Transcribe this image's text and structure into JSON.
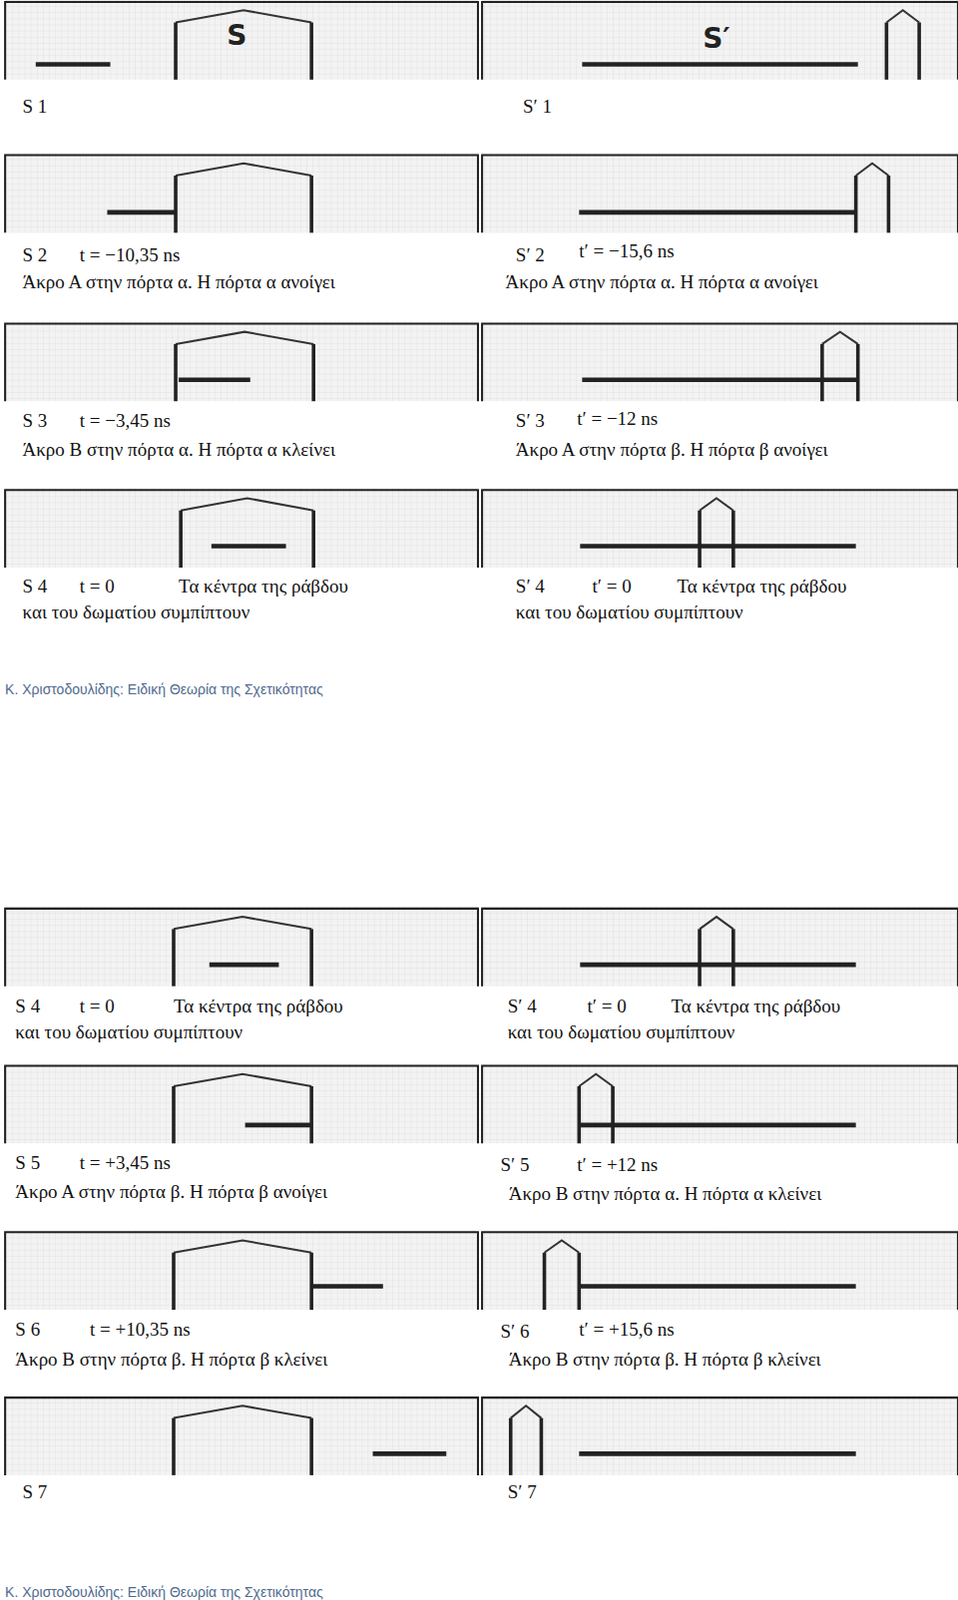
{
  "diagram": {
    "labels": [
      "S",
      "S′",
      "S 1",
      "S′ 1",
      "S 2",
      "t = −10,35 ns",
      "Άκρο Α στην πόρτα α. Η πόρτα α ανοίγει",
      "S′ 2",
      "t′ = −15,6 ns",
      "Άκρο Α στην πόρτα α. Η πόρτα α ανοίγει",
      "S 3",
      "t = −3,45 ns",
      "Άκρο Β στην πόρτα α. Η πόρτα α κλείνει",
      "S′ 3",
      "t′ = −12 ns",
      "Άκρο Α στην πόρτα β. Η πόρτα β ανοίγει",
      "S 4",
      "t = 0",
      "Τα κέντρα της ράβδου και του δωματίου συμπίπτουν",
      "S′ 4",
      "t′ = 0",
      "Τα κέντρα της ράβδου και του δωματίου συμπίπτουν",
      "Κ. Χριστοδουλίδης: Ειδική Θεωρία της Σχετικότητας",
      "S 4",
      "t = 0",
      "Τα κέντρα της ράβδου και του δωματίου συμπίπτουν",
      "S′ 4",
      "t′ = 0",
      "Τα κέντρα της ράβδου και του δωματίου συμπίπτουν",
      "S 5",
      "t = +3,45 ns",
      "Άκρο Α στην πόρτα β. Η πόρτα β ανοίγει",
      "S′ 5",
      "t′ = +12 ns",
      "Άκρο Β στην πόρτα α. Η πόρτα α κλείνει",
      "S 6",
      "t = +10,35 ns",
      "Άκρο Β στην πόρτα β. Η πόρτα β κλείνει",
      "S′ 6",
      "t′ = +15,6 ns",
      "Άκρο Β στην πόρτα β. Η πόρτα β κλείνει",
      "S 7",
      "S′ 7",
      "Κ. Χριστοδουλίδης: Ειδική Θεωρία της Σχετικότητας"
    ]
  }
}
